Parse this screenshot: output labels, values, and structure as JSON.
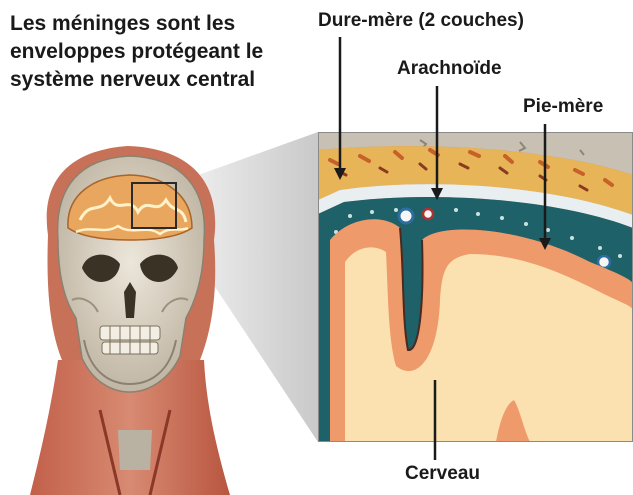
{
  "intro_text": "Les méninges sont les enveloppes protégeant le système nerveux central",
  "labels": {
    "dura_mater": "Dure-mère (2 couches)",
    "arachnoid": "Arachnoïde",
    "pia_mater": "Pie-mère",
    "brain": "Cerveau"
  },
  "colors": {
    "brain_white_matter": "#fbe0b0",
    "brain_gray_matter": "#ef9a6a",
    "subarachnoid_space": "#1e6168",
    "dura_outer": "#e8b458",
    "skull_bone": "#d8cfc0",
    "zoom_beam": "#d4d4d4"
  }
}
